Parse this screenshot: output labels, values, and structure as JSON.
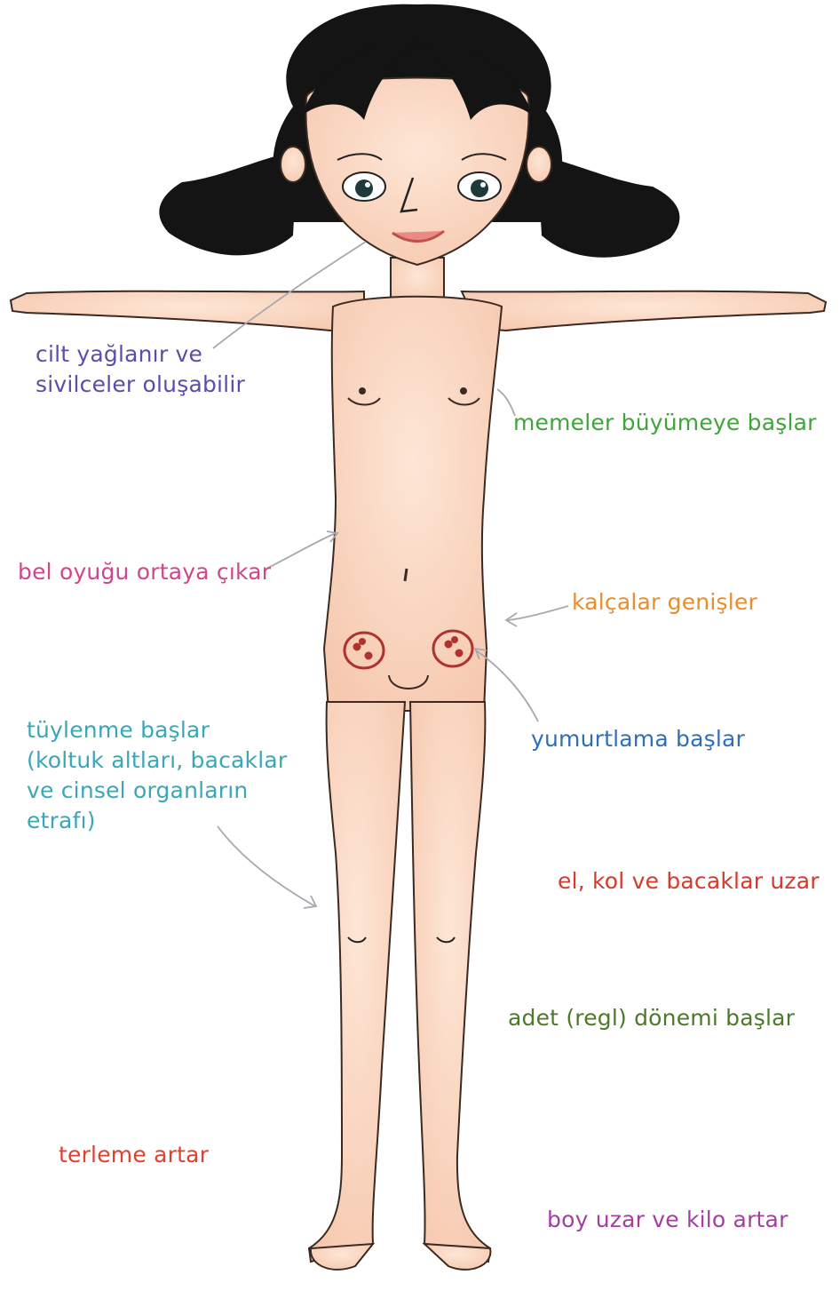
{
  "labels": {
    "skin": {
      "lines": [
        "cilt yağlanır ve",
        "sivilceler oluşabilir"
      ],
      "color": "#5a4fa8"
    },
    "breast": {
      "lines": [
        "memeler büyümeye başlar"
      ],
      "color": "#3fa53a"
    },
    "waist": {
      "lines": [
        "bel oyuğu ortaya çıkar"
      ],
      "color": "#d2458b"
    },
    "hips": {
      "lines": [
        "kalçalar genişler"
      ],
      "color": "#e98d2d"
    },
    "ovulation": {
      "lines": [
        "yumurtlama başlar"
      ],
      "color": "#2f6fb8"
    },
    "hair": {
      "lines": [
        "tüylenme başlar",
        "(koltuk altları, bacaklar",
        "ve cinsel organların",
        "etrafı)"
      ],
      "color": "#3aa7b8"
    },
    "limbs": {
      "lines": [
        "el, kol ve bacaklar uzar"
      ],
      "color": "#d63a2a"
    },
    "period": {
      "lines": [
        "adet (regl) dönemi başlar"
      ],
      "color": "#4a7a2a"
    },
    "sweat": {
      "lines": [
        "terleme artar"
      ],
      "color": "#e0402e"
    },
    "growth": {
      "lines": [
        "boy uzar ve kilo artar"
      ],
      "color": "#a23fa0"
    }
  },
  "colors": {
    "skin": "#fbdcc6",
    "skin_shade": "#f2b49a",
    "outline": "#3a2a22",
    "hair": "#141414",
    "ovary": "#b0322e",
    "arrow": "#a8a8b0"
  },
  "icons": [
    "girl-figure",
    "ovary-icon",
    "pointer-arrow"
  ]
}
